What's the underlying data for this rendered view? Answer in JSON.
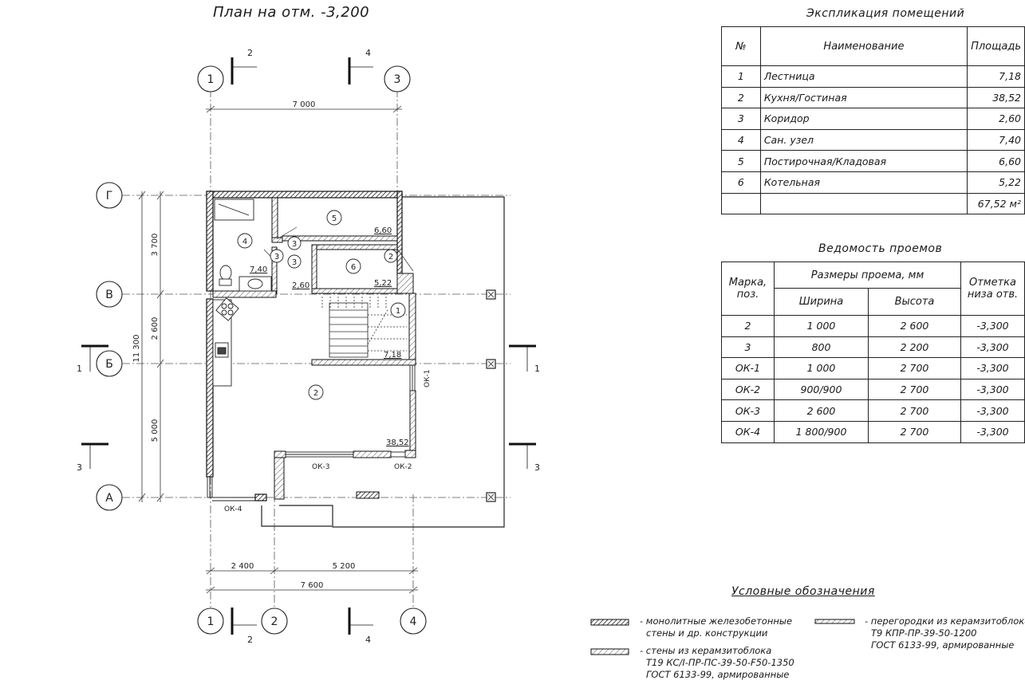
{
  "plan": {
    "title": "План на отм. -3,200",
    "axes_top": [
      "1",
      "3"
    ],
    "axes_bottom": [
      "1",
      "2",
      "4"
    ],
    "axes_left": [
      "Г",
      "В",
      "Б",
      "А"
    ],
    "section_marks": [
      "2",
      "4",
      "1",
      "3"
    ],
    "dims": {
      "top_total": "7 000",
      "bottom_a": "2 400",
      "bottom_b": "5 200",
      "bottom_total": "7 600",
      "left_total": "11 300",
      "left_a": "3 700",
      "left_b": "2 600",
      "left_c": "5 000"
    },
    "room_markers": [
      "1",
      "2",
      "3",
      "4",
      "5",
      "6"
    ],
    "room_areas": [
      "7,40",
      "6,60",
      "2,60",
      "5,22",
      "7,18",
      "38,52"
    ],
    "door_marks": [
      "2",
      "3"
    ],
    "window_labels": [
      "ОК-1",
      "ОК-2",
      "ОК-3",
      "ОК-4"
    ]
  },
  "rooms_table": {
    "title": "Экспликация помещений",
    "headers": [
      "№",
      "Наименование",
      "Площадь"
    ],
    "rows": [
      {
        "num": "1",
        "name": "Лестница",
        "area": "7,18"
      },
      {
        "num": "2",
        "name": "Кухня/Гостиная",
        "area": "38,52"
      },
      {
        "num": "3",
        "name": "Коридор",
        "area": "2,60"
      },
      {
        "num": "4",
        "name": "Сан. узел",
        "area": "7,40"
      },
      {
        "num": "5",
        "name": "Постирочная/Кладовая",
        "area": "6,60"
      },
      {
        "num": "6",
        "name": "Котельная",
        "area": "5,22"
      }
    ],
    "total": "67,52 м²"
  },
  "openings_table": {
    "title": "Ведомость проемов",
    "h_mark": "Марка, поз.",
    "h_size": "Размеры проема, мм",
    "h_width": "Ширина",
    "h_height": "Высота",
    "h_level": "Отметка низа отв.",
    "rows": [
      {
        "mark": "2",
        "width": "1 000",
        "height": "2 600",
        "level": "-3,300"
      },
      {
        "mark": "3",
        "width": "800",
        "height": "2 200",
        "level": "-3,300"
      },
      {
        "mark": "ОК-1",
        "width": "1 000",
        "height": "2 700",
        "level": "-3,300"
      },
      {
        "mark": "ОК-2",
        "width": "900/900",
        "height": "2 700",
        "level": "-3,300"
      },
      {
        "mark": "ОК-3",
        "width": "2 600",
        "height": "2 700",
        "level": "-3,300"
      },
      {
        "mark": "ОК-4",
        "width": "1 800/900",
        "height": "2 700",
        "level": "-3,300"
      }
    ]
  },
  "legend": {
    "title": "Условные обозначения",
    "item1": [
      "- монолитные железобетонные",
      "стены и др. конструкции"
    ],
    "item2": [
      "- стены из керамзитоблока",
      "Т19 КС/I-ПР-ПС-39-50-F50-1350",
      "ГОСТ 6133-99, армированные"
    ],
    "item3": [
      "- перегородки из керамзитоблока",
      "Т9 КПР-ПР-39-50-1200",
      "ГОСТ 6133-99, армированные"
    ]
  }
}
